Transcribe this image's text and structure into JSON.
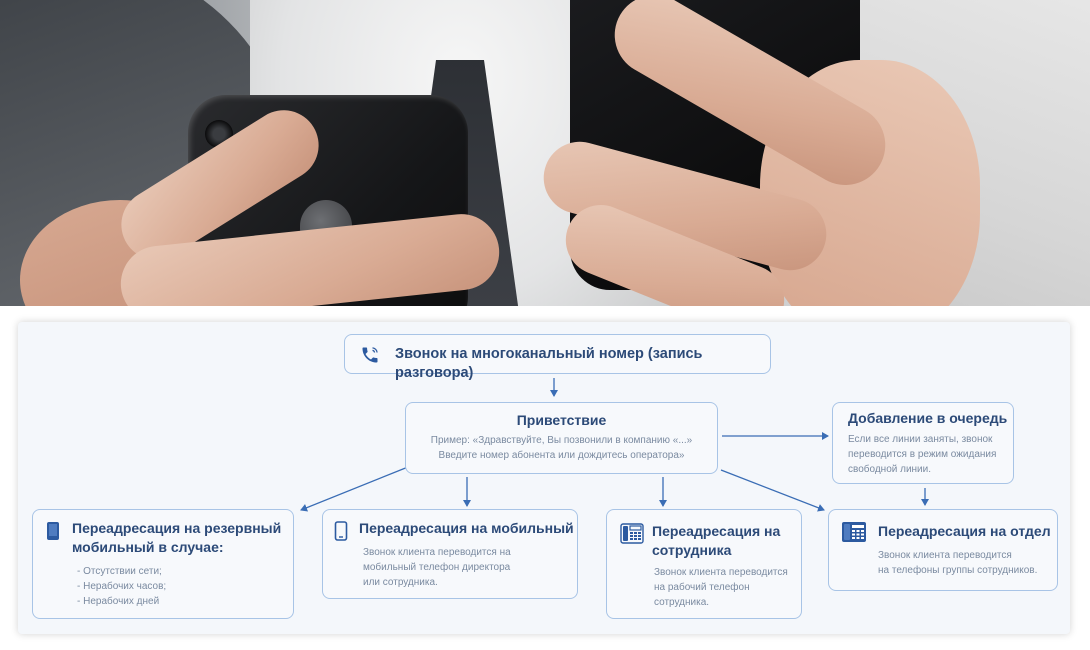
{
  "diagram": {
    "start": {
      "icon": "phone-handset-icon",
      "title": "Звонок на многоканальный номер (запись разговора)"
    },
    "greeting": {
      "title": "Приветствие",
      "line1": "Пример: «Здравствуйте, Вы позвонили в компанию «...»",
      "line2": "Введите номер абонента или дождитесь оператора»"
    },
    "queue": {
      "title": "Добавление в очередь",
      "line1": "Если все линии заняты, звонок",
      "line2": "переводится в режим ожидания",
      "line3": "свободной линии."
    },
    "backup": {
      "icon": "smartphone-icon",
      "title1": "Переадресация на резервный",
      "title2": "мобильный в случае:",
      "items": [
        "- Отсутствии сети;",
        "- Нерабочих часов;",
        "- Нерабочих дней"
      ]
    },
    "mobile": {
      "icon": "mobile-phone-icon",
      "title": "Переадресация на мобильный",
      "line1": "Звонок клиента переводится на",
      "line2": "мобильный телефон директора",
      "line3": "или сотрудника."
    },
    "employee": {
      "icon": "desk-phone-icon",
      "title1": "Переадресация на",
      "title2": "сотрудника",
      "line1": "Звонок клиента переводится",
      "line2": "на рабочий телефон",
      "line3": "сотрудника."
    },
    "department": {
      "icon": "office-phone-icon",
      "title": "Переадресация на отдел",
      "line1": "Звонок клиента переводится",
      "line2": "на телефоны группы сотрудников."
    },
    "colors": {
      "accent": "#2c5aa0",
      "border": "#a8c4e6",
      "text": "#2c4a78",
      "muted": "#7a8aa0"
    }
  }
}
